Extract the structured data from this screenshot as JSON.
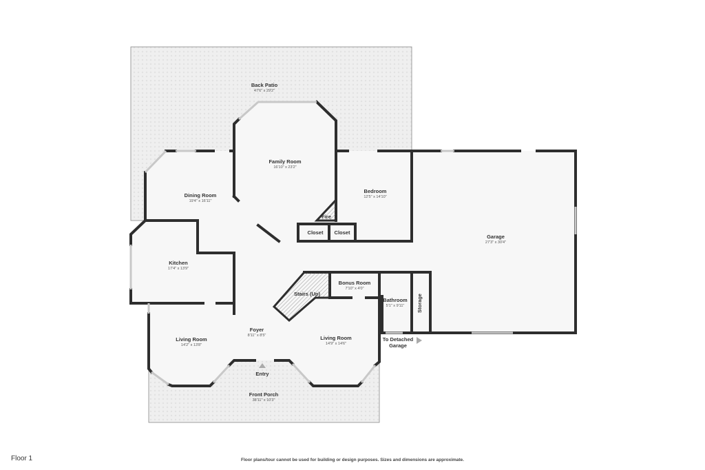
{
  "floor_label": "Floor 1",
  "disclaimer": "Floor plans/tour cannot be used for building or design purposes. Sizes and dimensions are approximate.",
  "rooms": [
    {
      "name": "Back Patio",
      "dims": "47'6\" x 29'2\""
    },
    {
      "name": "Family Room",
      "dims": "16'10\" x 23'2\""
    },
    {
      "name": "Dining Room",
      "dims": "19'4\" x 16'11\""
    },
    {
      "name": "Bedroom",
      "dims": "12'5\" x 14'10\""
    },
    {
      "name": "Garage",
      "dims": "27'3\" x 30'4\""
    },
    {
      "name": "Kitchen",
      "dims": "17'4\" x 13'9\""
    },
    {
      "name": "Bonus Room",
      "dims": "7'10\" x 4'0\""
    },
    {
      "name": "Bathroom",
      "dims": "5'1\" x 9'11\""
    },
    {
      "name": "Living Room",
      "dims": "14'2\" x 13'8\""
    },
    {
      "name": "Foyer",
      "dims": "8'11\" x 8'5\""
    },
    {
      "name": "Living Room",
      "dims": "14'9\" x 14'6\""
    },
    {
      "name": "Front Porch",
      "dims": "38'11\" x 10'3\""
    }
  ],
  "labels": {
    "fire": "Fire",
    "closet1": "Closet",
    "closet2": "Closet",
    "stairs": "Stairs (Up)",
    "storage": "Storage",
    "entry": "Entry",
    "detached1": "To Detached",
    "detached2": "Garage"
  },
  "colors": {
    "wall": "#2e2e2e",
    "floor": "#f7f7f7",
    "patio": "#efefef"
  }
}
